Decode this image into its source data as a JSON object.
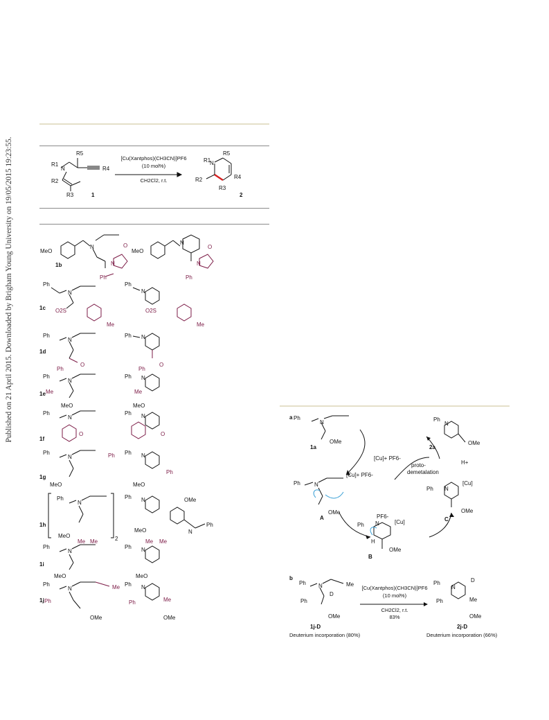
{
  "sidebar": {
    "published_text": "Published on 21 April 2015. Downloaded by Brigham Young University on 19/05/2015 19:23:55."
  },
  "reaction_scheme": {
    "reagent": "[Cu(Xantphos)(CH3CN)]PF6",
    "loading": "(10 mol%)",
    "conditions": "CH2Cl2, r.t.",
    "substrate_label": "1",
    "product_label": "2",
    "r_groups": [
      "R1",
      "R2",
      "R3",
      "R4",
      "R5"
    ]
  },
  "substrate_table": {
    "rows": [
      {
        "id": "1b",
        "left_label": "MeO",
        "product_left": "MeO"
      },
      {
        "id": "1c",
        "left_label": "Ph",
        "substituent": "O2S",
        "tail": "Me"
      },
      {
        "id": "1d",
        "left_label": "Ph",
        "substituent": "Ph"
      },
      {
        "id": "1e",
        "left_label": "Ph",
        "substituent": "Me",
        "ester": "MeO"
      },
      {
        "id": "1f",
        "left_label": "Ph"
      },
      {
        "id": "1g",
        "left_label": "Ph",
        "substituent": "Ph",
        "ester": "MeO"
      },
      {
        "id": "1h",
        "left_label": "Ph",
        "ester": "MeO",
        "multiplier": "2",
        "product_ester": "OMe"
      },
      {
        "id": "1i",
        "left_label": "Ph",
        "substituent": "Me",
        "ester": "MeO"
      },
      {
        "id": "1j",
        "left_label": "Ph",
        "substituent": "Ph",
        "ester": "OMe",
        "tail": "Me"
      }
    ]
  },
  "mechanism": {
    "panel_label": "a",
    "species": {
      "start": "1a",
      "product": "2a",
      "int_a": "A",
      "int_b": "B",
      "int_c": "C"
    },
    "catalyst_label": "[Cu]+ PF6-",
    "cu_label": "[Cu]",
    "proton_label": "H+",
    "step_label": "proto-\ndemetalation",
    "pf6_label": "PF6-",
    "ome_label": "OMe"
  },
  "deuterium": {
    "panel_label": "b",
    "substrate": "1j-D",
    "product": "2j-D",
    "reagent": "[Cu(Xantphos)(CH3CN)]PF6",
    "loading": "(10 mol%)",
    "conditions": "CH2Cl2, r.t.",
    "yield": "83%",
    "substrate_incorporation": "Deuterium incorporation (80%)",
    "product_incorporation": "Deuterium incorporation (66%)",
    "d_label": "D",
    "me_label": "Me",
    "ph_label": "Ph",
    "ome_label": "OMe"
  },
  "colors": {
    "substituent_highlight": "#7b1a45",
    "new_bond": "#d62020",
    "arrow_blue": "#3aa0d6",
    "rule_tan": "#e4dfc8"
  }
}
